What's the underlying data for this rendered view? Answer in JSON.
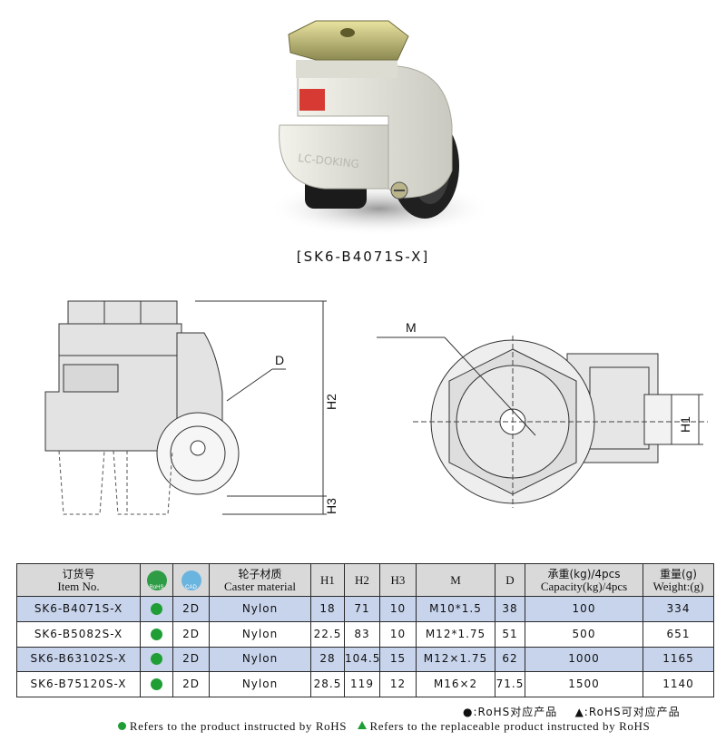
{
  "caption": "[SK6-B4071S-X]",
  "drawing": {
    "side_labels": {
      "D": "D",
      "H2": "H2",
      "H3": "H3"
    },
    "front_labels": {
      "M": "M",
      "H1": "H1"
    }
  },
  "table": {
    "headers": {
      "item_zh": "订货号",
      "item_en": "Item No.",
      "rohs_badge": "RoHS",
      "cad_badge": "CAD",
      "material_zh": "轮子材质",
      "material_en": "Caster material",
      "h1": "H1",
      "h2": "H2",
      "h3": "H3",
      "m": "M",
      "d": "D",
      "capacity_zh": "承重(kg)/4pcs",
      "capacity_en": "Capacity(kg)/4pcs",
      "weight_zh": "重量(g)",
      "weight_en": "Weight:(g)"
    },
    "rows": [
      {
        "item": "SK6-B4071S-X",
        "cad": "2D",
        "material": "Nylon",
        "h1": "18",
        "h2": "71",
        "h3": "10",
        "m": "M10*1.5",
        "d": "38",
        "capacity": "100",
        "weight": "334"
      },
      {
        "item": "SK6-B5082S-X",
        "cad": "2D",
        "material": "Nylon",
        "h1": "22.5",
        "h2": "83",
        "h3": "10",
        "m": "M12*1.75",
        "d": "51",
        "capacity": "500",
        "weight": "651"
      },
      {
        "item": "SK6-B63102S-X",
        "cad": "2D",
        "material": "Nylon",
        "h1": "28",
        "h2": "104.5",
        "h3": "15",
        "m": "M12×1.75",
        "d": "62",
        "capacity": "1000",
        "weight": "1165"
      },
      {
        "item": "SK6-B75120S-X",
        "cad": "2D",
        "material": "Nylon",
        "h1": "28.5",
        "h2": "119",
        "h3": "12",
        "m": "M16×2",
        "d": "71.5",
        "capacity": "1500",
        "weight": "1140"
      }
    ]
  },
  "legend": {
    "zh_dot": "●:RoHS对应产品",
    "zh_tri": "▲:RoHS可对应产品",
    "en_dot": "Refers to the product instructed by RoHS",
    "en_tri": "Refers to the replaceable product instructed by RoHS"
  },
  "colors": {
    "rohs_green": "#1f9e35",
    "row_highlight": "#c7d4ec",
    "header_gray": "#d9d9d9"
  }
}
